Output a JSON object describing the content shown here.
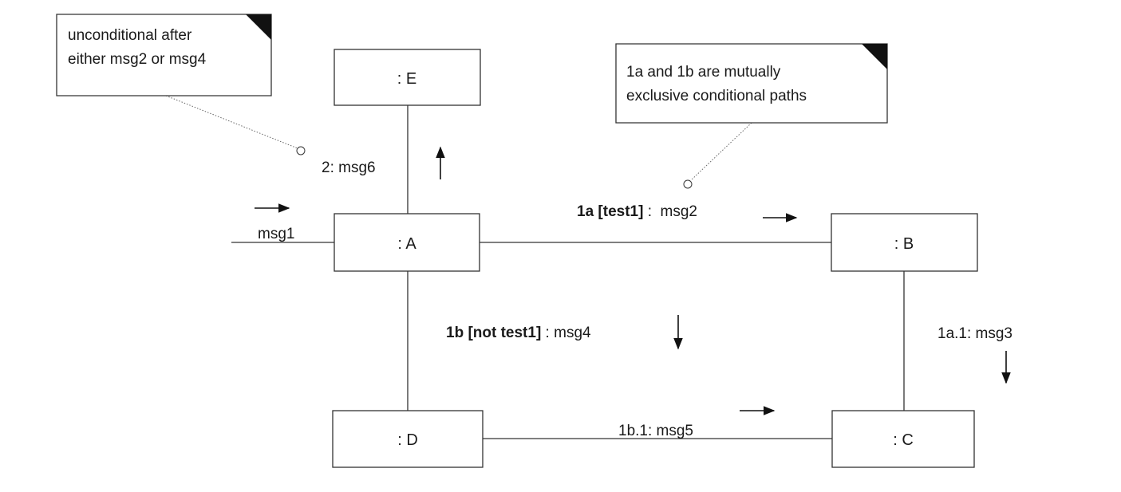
{
  "nodes": {
    "E": ": E",
    "A": ": A",
    "B": ": B",
    "C": ": C",
    "D": ": D"
  },
  "notes": {
    "left": {
      "line1": "unconditional after",
      "line2": "either msg2 or msg4"
    },
    "right": {
      "line1": "1a and 1b are mutually",
      "line2": "exclusive conditional paths"
    }
  },
  "messages": {
    "msg1": "msg1",
    "msg6": "2: msg6",
    "msg2": {
      "seq": "1a [test1]",
      "rest": " :  msg2"
    },
    "msg4": {
      "seq": "1b [not test1]",
      "rest": " : msg4"
    },
    "msg3": "1a.1: msg3",
    "msg5": "1b.1: msg5"
  },
  "colors": {
    "line": "#333333",
    "arrow": "#111111",
    "background": "#ffffff"
  }
}
